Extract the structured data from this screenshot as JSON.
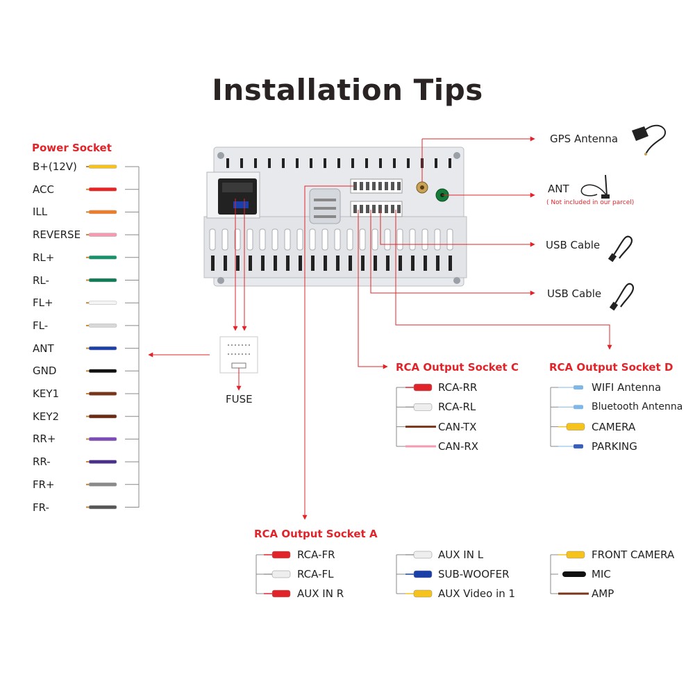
{
  "title": "Installation Tips",
  "power_socket": {
    "header": "Power Socket",
    "wires": [
      {
        "label": "B+(12V)",
        "color": "#f6c21c"
      },
      {
        "label": "ACC",
        "color": "#ee2020"
      },
      {
        "label": "ILL",
        "color": "#f27a22"
      },
      {
        "label": "REVERSE",
        "color": "#f59ab0"
      },
      {
        "label": "RL+",
        "color": "#12956b"
      },
      {
        "label": "RL-",
        "color": "#0e7a56"
      },
      {
        "label": "FL+",
        "color": "#f4f4f4"
      },
      {
        "label": "FL-",
        "color": "#d8d8d8"
      },
      {
        "label": "ANT",
        "color": "#1a3fa8"
      },
      {
        "label": "GND",
        "color": "#111111"
      },
      {
        "label": "KEY1",
        "color": "#7a3518"
      },
      {
        "label": "KEY2",
        "color": "#6a2a14"
      },
      {
        "label": "RR+",
        "color": "#7d4bb8"
      },
      {
        "label": "RR-",
        "color": "#4a2f8e"
      },
      {
        "label": "FR+",
        "color": "#8a8a8a"
      },
      {
        "label": "FR-",
        "color": "#555555"
      }
    ]
  },
  "fuse": {
    "label": "FUSE"
  },
  "right_items": {
    "gps": "GPS Antenna",
    "ant": "ANT",
    "ant_note": "( Not included in our parcel)",
    "usb1": "USB Cable",
    "usb2": "USB Cable"
  },
  "socket_c": {
    "header": "RCA Output Socket C",
    "items": [
      {
        "label": "RCA-RR",
        "kind": "rca",
        "color": "#e0242a"
      },
      {
        "label": "RCA-RL",
        "kind": "rca",
        "color": "#eeeeee"
      },
      {
        "label": "CAN-TX",
        "kind": "wire",
        "color": "#7a3518"
      },
      {
        "label": "CAN-RX",
        "kind": "wire",
        "color": "#f59ab0"
      }
    ]
  },
  "socket_d": {
    "header": "RCA Output Socket D",
    "items": [
      {
        "label": "WIFI Antenna",
        "kind": "ant",
        "color": "#7fb8e8"
      },
      {
        "label": "Bluetooth Antenna",
        "kind": "ant",
        "color": "#7fb8e8"
      },
      {
        "label": "CAMERA",
        "kind": "rca",
        "color": "#f6c21c"
      },
      {
        "label": "PARKING",
        "kind": "ant",
        "color": "#3a5fb8"
      }
    ]
  },
  "socket_a": {
    "header": "RCA Output Socket A",
    "col1": [
      {
        "label": "RCA-FR",
        "kind": "rca",
        "color": "#e0242a"
      },
      {
        "label": "RCA-FL",
        "kind": "rca",
        "color": "#eeeeee"
      },
      {
        "label": "AUX IN R",
        "kind": "rca",
        "color": "#e0242a"
      }
    ],
    "col2": [
      {
        "label": "AUX IN L",
        "kind": "rca",
        "color": "#eeeeee"
      },
      {
        "label": "SUB-WOOFER",
        "kind": "rca",
        "color": "#1a3fa8"
      },
      {
        "label": "AUX Video in 1",
        "kind": "rca",
        "color": "#f6c21c"
      }
    ],
    "col3": [
      {
        "label": "FRONT CAMERA",
        "kind": "rca",
        "color": "#f6c21c"
      },
      {
        "label": "MIC",
        "kind": "jack",
        "color": "#111111"
      },
      {
        "label": "AMP",
        "kind": "wire",
        "color": "#7a3518"
      }
    ]
  }
}
